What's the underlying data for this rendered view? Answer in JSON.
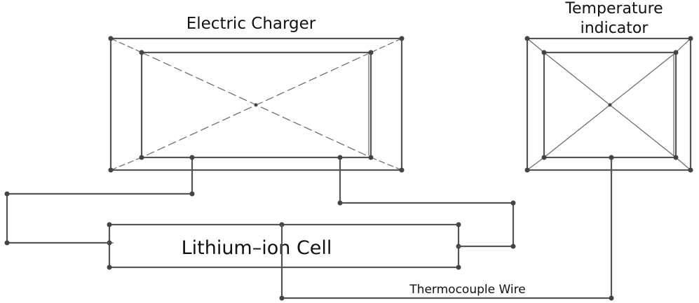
{
  "charger": {
    "label": "Electric Charger"
  },
  "indicator": {
    "label_line1": "Temperature",
    "label_line2": "indicator"
  },
  "cell": {
    "label": "Lithium–ion Cell"
  },
  "wire": {
    "label": "Thermocouple Wire"
  }
}
